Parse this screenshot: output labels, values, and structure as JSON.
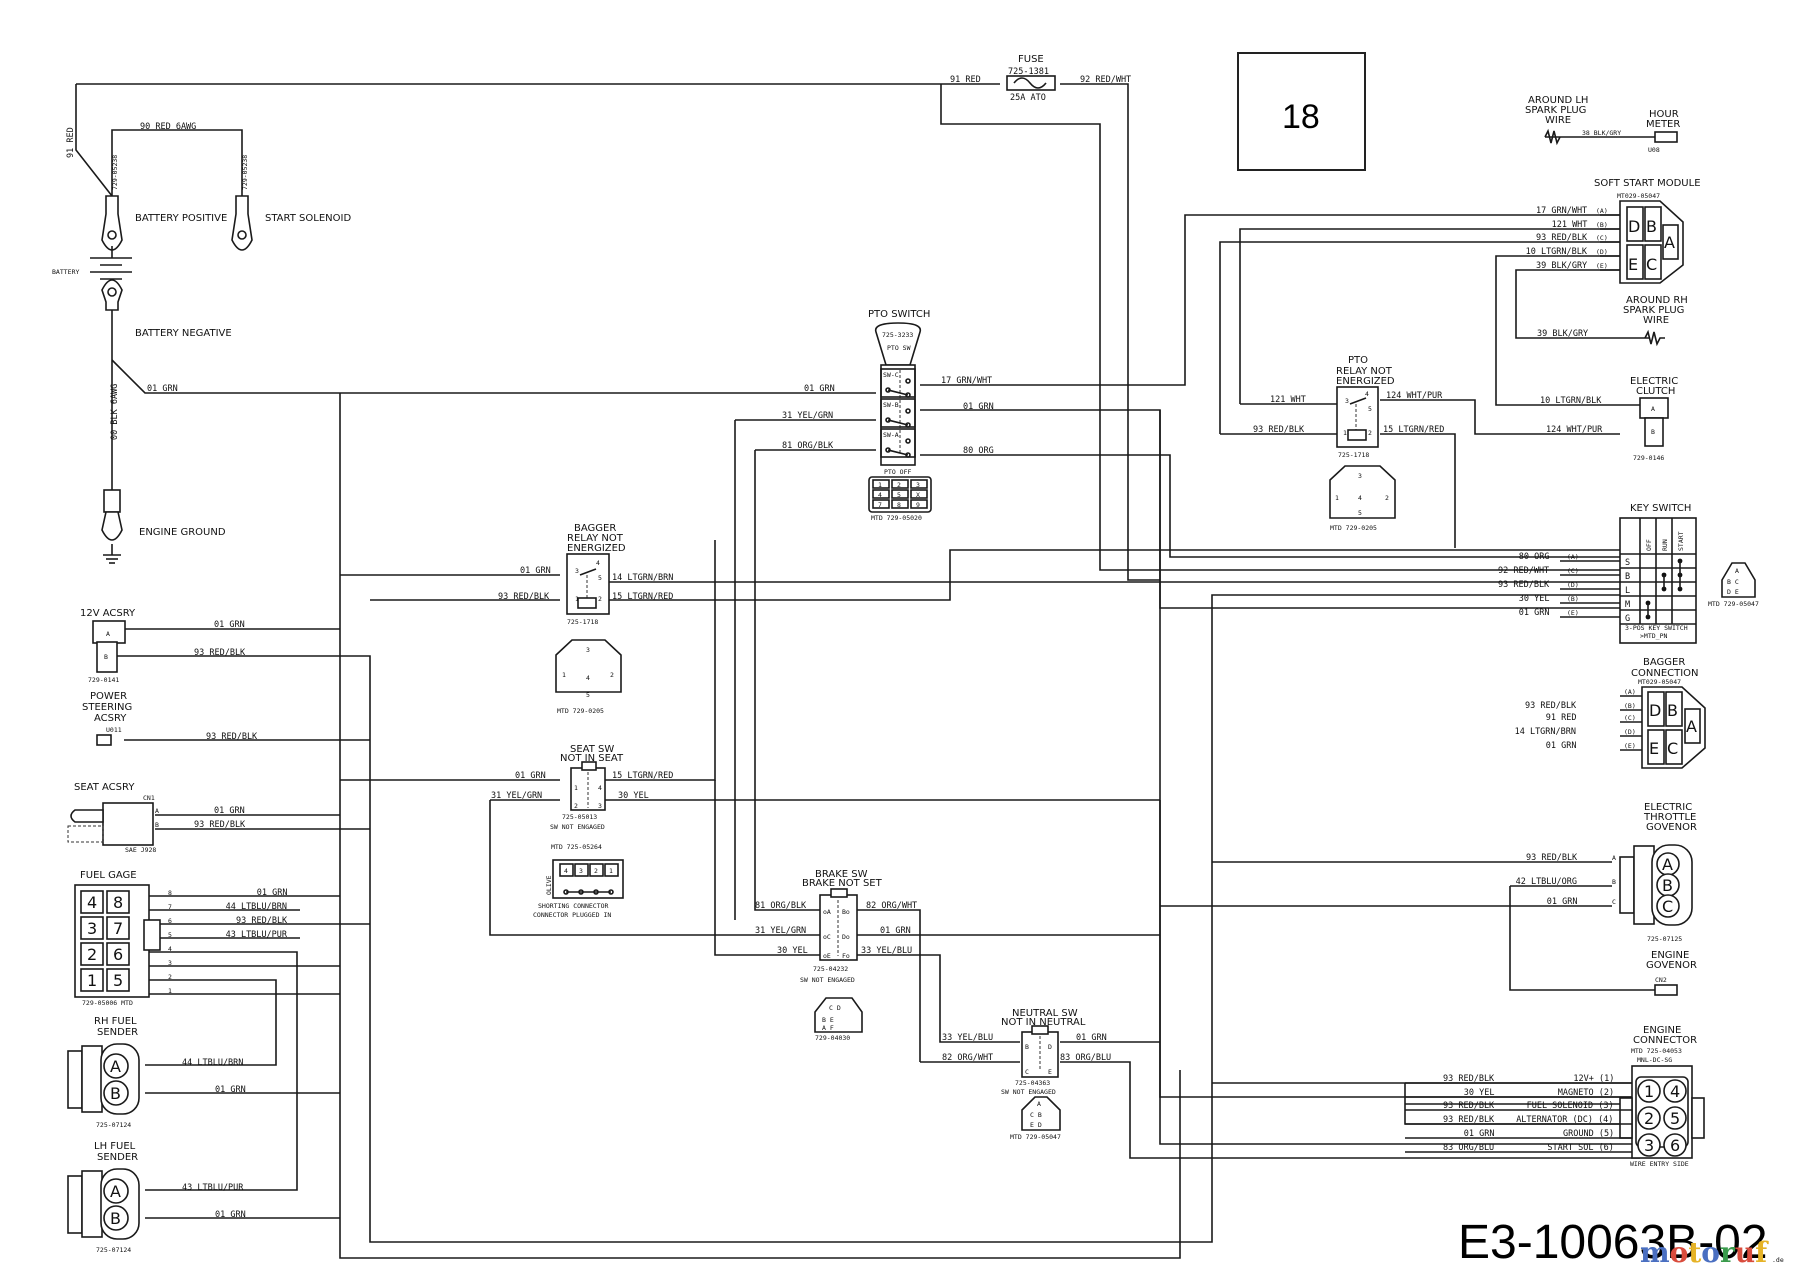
{
  "page_number": "18",
  "drawing_id": "E3-10063B-02",
  "watermark": {
    "text": "motoruf",
    "suffix": ".de",
    "colors": [
      "#4a6fc1",
      "#d94c3d",
      "#e6b327",
      "#4a6fc1",
      "#3a9b4c",
      "#d94c3d",
      "#e6b327"
    ]
  },
  "battery": {
    "label": "BATTERY",
    "positive": "BATTERY POSITIVE",
    "negative": "BATTERY NEGATIVE",
    "start_solenoid": "START SOLENOID",
    "engine_ground": "ENGINE GROUND",
    "cable_part": "729-05238",
    "wire_91": "91 RED",
    "wire_90": "90 RED 6AWG",
    "wire_00": "00 BLK 6AWG",
    "wire_01": "01 GRN"
  },
  "fuse": {
    "label": "FUSE",
    "part": "725-1381",
    "rating": "25A ATO",
    "wire_in": "91 RED",
    "wire_out": "92 RED/WHT"
  },
  "acc_12v": {
    "label": "12V ACSRY",
    "part": "729-0141",
    "wire_a": "01 GRN",
    "wire_b": "93 RED/BLK",
    "pin_a": "A",
    "pin_b": "B"
  },
  "power_steering": {
    "label_1": "POWER",
    "label_2": "STEERING",
    "label_3": "ACSRY",
    "conn": "U011",
    "wire": "93 RED/BLK"
  },
  "seat_acsry": {
    "label": "SEAT ACSRY",
    "conn": "CN1",
    "part": "SAE J928",
    "wire_a": "01 GRN",
    "wire_b": "93 RED/BLK",
    "pin_a": "A",
    "pin_b": "B"
  },
  "fuel_gage": {
    "label": "FUEL GAGE",
    "part": "729-05006 MTD",
    "grid": [
      "4",
      "8",
      "3",
      "7",
      "2",
      "6",
      "1",
      "5"
    ],
    "pins": [
      {
        "pin": "8",
        "wire": "01 GRN"
      },
      {
        "pin": "7",
        "wire": "44 LTBLU/BRN"
      },
      {
        "pin": "6",
        "wire": "93 RED/BLK"
      },
      {
        "pin": "5",
        "wire": "43 LTBLU/PUR"
      },
      {
        "pin": "4",
        "wire": ""
      },
      {
        "pin": "3",
        "wire": ""
      },
      {
        "pin": "2",
        "wire": ""
      },
      {
        "pin": "1",
        "wire": ""
      }
    ]
  },
  "rh_fuel_sender": {
    "label_1": "RH FUEL",
    "label_2": "SENDER",
    "part": "725-07124",
    "wire_a": "44 LTBLU/BRN",
    "wire_b": "01 GRN"
  },
  "lh_fuel_sender": {
    "label_1": "LH FUEL",
    "label_2": "SENDER",
    "part": "725-07124",
    "wire_a": "43 LTBLU/PUR",
    "wire_b": "01 GRN"
  },
  "pto_switch": {
    "label": "PTO SWITCH",
    "part": "725-3233",
    "knob": "PTO SW",
    "state": "PTO OFF",
    "conn_part": "MTD 729-05020",
    "decks": [
      "SW-C",
      "SW-B",
      "SW-A"
    ],
    "left_wires": [
      "01 GRN",
      "31 YEL/GRN",
      "81 ORG/BLK"
    ],
    "right_wires": [
      "17 GRN/WHT",
      "01 GRN",
      "80 ORG"
    ],
    "conn_pins": [
      "1",
      "2",
      "3",
      "4",
      "5",
      "X",
      "7",
      "8",
      "9"
    ]
  },
  "pto_relay": {
    "label_1": "PTO",
    "label_2": "RELAY NOT",
    "label_3": "ENERGIZED",
    "part": "725-1718",
    "conn_part": "MTD 729-0205",
    "wire_3": "121 WHT",
    "wire_4": "124 WHT/PUR",
    "wire_1": "93 RED/BLK",
    "wire_2": "15 LTGRN/RED"
  },
  "bagger_relay": {
    "label_1": "BAGGER",
    "label_2": "RELAY NOT",
    "label_3": "ENERGIZED",
    "part": "725-1718",
    "conn_part": "MTD 729-0205",
    "wire_3": "01 GRN",
    "wire_5": "14 LTGRN/BRN",
    "wire_1": "93 RED/BLK",
    "wire_2": "15 LTGRN/RED"
  },
  "seat_sw": {
    "label_1": "SEAT SW",
    "label_2": "NOT IN SEAT",
    "part": "725-05013",
    "state": "SW NOT ENGAGED",
    "wire_1": "01 GRN",
    "wire_4": "15 LTGRN/RED",
    "wire_2": "31 YEL/GRN",
    "wire_3": "30 YEL",
    "shorting_part": "MTD 725-05264",
    "shorting_color": "OLIVE",
    "shorting_label_1": "SHORTING CONNECTOR",
    "shorting_label_2": "CONNECTOR PLUGGED IN",
    "shorting_pins": [
      "4",
      "3",
      "2",
      "1"
    ]
  },
  "brake_sw": {
    "label_1": "BRAKE SW",
    "label_2": "BRAKE NOT SET",
    "part": "725-04232",
    "state": "SW NOT ENGAGED",
    "conn_part": "729-04030",
    "wire_a": "81 ORG/BLK",
    "wire_b": "82 ORG/WHT",
    "wire_c": "31 YEL/GRN",
    "wire_d": "01 GRN",
    "wire_e": "30 YEL",
    "wire_f": "33 YEL/BLU"
  },
  "neutral_sw": {
    "label_1": "NEUTRAL SW",
    "label_2": "NOT IN NEUTRAL",
    "part": "725-04363",
    "state": "SW NOT ENGAGED",
    "conn_part": "MTD 729-05047",
    "wire_b": "33 YEL/BLU",
    "wire_d": "01 GRN",
    "wire_c": "82 ORG/WHT",
    "wire_e": "83 ORG/BLU"
  },
  "hour_meter": {
    "label_1": "HOUR",
    "label_2": "METER",
    "conn": "U08",
    "wire": "38 BLK/GRY",
    "lh_1": "AROUND LH",
    "lh_2": "SPARK PLUG",
    "lh_3": "WIRE"
  },
  "soft_start": {
    "label": "SOFT START MODULE",
    "part": "MT029-05047",
    "rows": [
      {
        "wire": "17 GRN/WHT",
        "pin": "(A)"
      },
      {
        "wire": "121 WHT",
        "pin": "(B)"
      },
      {
        "wire": "93 RED/BLK",
        "pin": "(C)"
      },
      {
        "wire": "10 LTGRN/BLK",
        "pin": "(D)"
      },
      {
        "wire": "39 BLK/GRY",
        "pin": "(E)"
      }
    ],
    "rh_1": "AROUND RH",
    "rh_2": "SPARK PLUG",
    "rh_3": "WIRE",
    "rh_wire": "39 BLK/GRY"
  },
  "electric_clutch": {
    "label_1": "ELECTRIC",
    "label_2": "CLUTCH",
    "part": "729-0146",
    "wire_a": "10 LTGRN/BLK",
    "wire_b": "124 WHT/PUR"
  },
  "key_switch": {
    "label": "KEY SWITCH",
    "columns": [
      "OFF",
      "RUN",
      "START"
    ],
    "rows": [
      {
        "term": "S",
        "wire": "80 ORG",
        "pin": "(A)"
      },
      {
        "term": "B",
        "wire": "92 RED/WHT",
        "pin": "(C)"
      },
      {
        "term": "L",
        "wire": "93 RED/BLK",
        "pin": "(D)"
      },
      {
        "term": "M",
        "wire": "30 YEL",
        "pin": "(B)"
      },
      {
        "term": "G",
        "wire": "01 GRN",
        "pin": "(E)"
      }
    ],
    "footer_1": "3-POS KEY SWITCH",
    "footer_2": ">MTD_PN",
    "conn_part": "MTD 729-05047"
  },
  "bagger_conn": {
    "label_1": "BAGGER",
    "label_2": "CONNECTION",
    "part": "MT029-05047",
    "rows": [
      {
        "wire": "",
        "pin": "(A)"
      },
      {
        "wire": "93 RED/BLK",
        "pin": "(B)"
      },
      {
        "wire": "91 RED",
        "pin": "(C)"
      },
      {
        "wire": "14 LTGRN/BRN",
        "pin": "(D)"
      },
      {
        "wire": "01 GRN",
        "pin": "(E)"
      }
    ]
  },
  "throttle_gov": {
    "label_1": "ELECTRIC",
    "label_2": "THROTTLE",
    "label_3": "GOVENOR",
    "part": "725-07125",
    "rows": [
      {
        "wire": "93 RED/BLK",
        "pin": "A"
      },
      {
        "wire": "42 LTBLU/ORG",
        "pin": "B"
      },
      {
        "wire": "01 GRN",
        "pin": "C"
      }
    ],
    "engine_gov_1": "ENGINE",
    "engine_gov_2": "GOVENOR",
    "engine_gov_conn": "CN2"
  },
  "engine_conn": {
    "label_1": "ENGINE",
    "label_2": "CONNECTOR",
    "part_1": "MTD 725-04053",
    "part_2": "MNL-DC-SG",
    "footer": "WIRE ENTRY SIDE",
    "rows": [
      {
        "wire": "93 RED/BLK",
        "func": "12V+ (1)"
      },
      {
        "wire": "30 YEL",
        "func": "MAGNETO (2)"
      },
      {
        "wire": "93 RED/BLK",
        "func": "FUEL SOLENOID (3)"
      },
      {
        "wire": "93 RED/BLK",
        "func": "ALTERNATOR (DC) (4)"
      },
      {
        "wire": "01 GRN",
        "func": "GROUND (5)"
      },
      {
        "wire": "83 ORG/BLU",
        "func": "START SOL (6)"
      }
    ],
    "pins": [
      "1",
      "4",
      "2",
      "5",
      "3",
      "6"
    ]
  }
}
